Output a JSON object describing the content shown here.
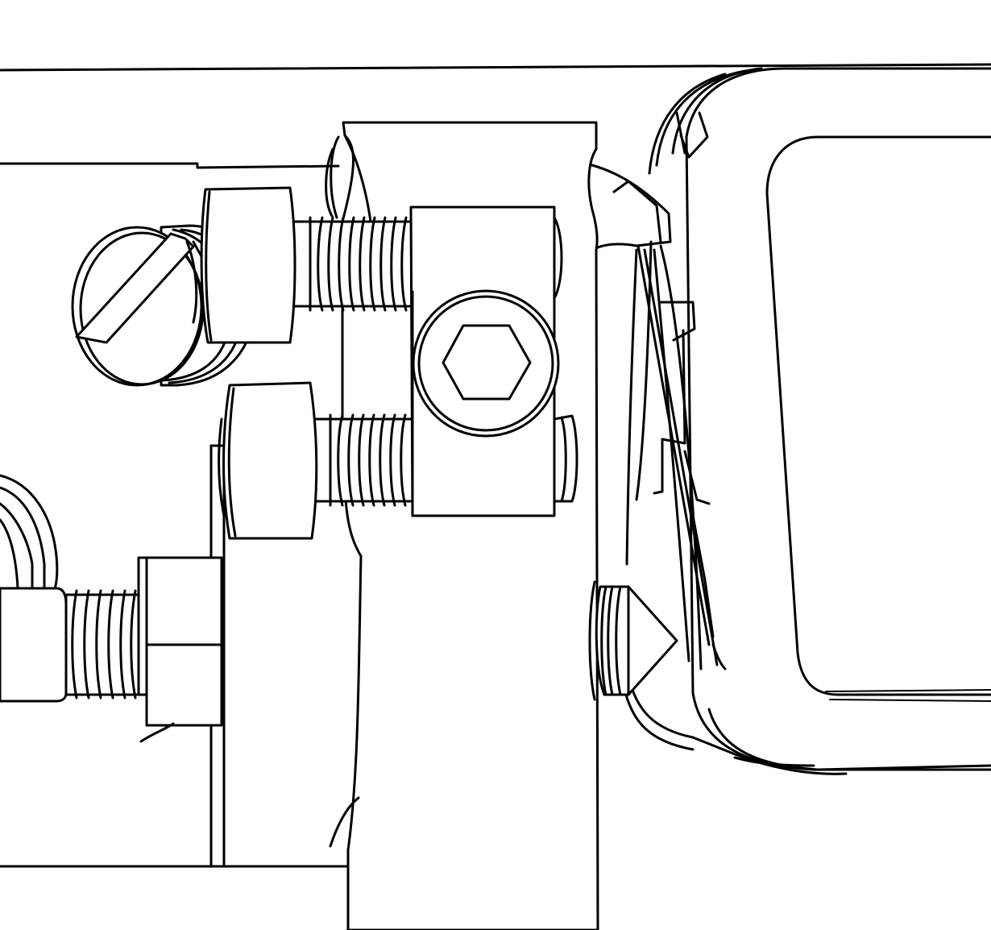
{
  "figure": {
    "kind": "mechanical line drawing",
    "background": "#ffffff",
    "stroke_color": "#000000",
    "components": [
      "frame-rail",
      "mounting-bracket",
      "clamp-block",
      "hex-socket-screw",
      "slotted-screw",
      "thumb-nut-upper",
      "thumb-nut-lower",
      "threaded-rod-upper",
      "threaded-rod-lower",
      "threaded-rod-bottom",
      "hex-nut",
      "cone-point-setscrew",
      "rounded-housing",
      "housing-window",
      "leaf-springs"
    ]
  }
}
